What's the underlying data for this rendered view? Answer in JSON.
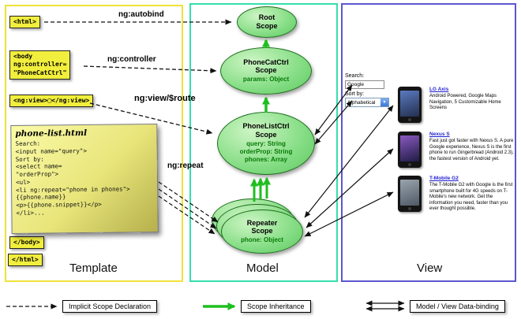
{
  "template_panel": {
    "label": "Template",
    "boxes": {
      "html_open": "<html>",
      "body_open": "<body\nng:controller=\n\"PhoneCatCtrl\"",
      "ng_view": "<ng:view>▢</ng:view>",
      "body_close": "</body>",
      "html_close": "</html>"
    },
    "note": {
      "title": "phone-list.html",
      "code": "Search:\n<input name=\"query\">\nSort by:\n<select name=\n\"orderProp\">\n<ul>\n<li ng:repeat=\"phone in phones\">\n{{phone.name}}\n<p>{{phone.snippet}}</p>\n</li>..."
    }
  },
  "model_panel": {
    "label": "Model",
    "scopes": {
      "root": {
        "title": "Root\nScope"
      },
      "phonecat": {
        "title": "PhoneCatCtrl\nScope",
        "props": "params: Object"
      },
      "phonelist": {
        "title": "PhoneListCtrl\nScope",
        "props": "query: String\norderProp: String\nphones: Array"
      },
      "repeater": {
        "title": "Repeater\nScope",
        "props": "phone: Object"
      }
    }
  },
  "arrow_labels": {
    "autobind": "ng:autobind",
    "controller": "ng:controller",
    "view_route": "ng:view/$route",
    "repeat": "ng:repeat"
  },
  "view_panel": {
    "label": "View",
    "search_label": "Search:",
    "search_value": "Google",
    "sort_label": "Sort by:",
    "sort_value": "Alphabetical",
    "phones": [
      {
        "name": "LG Axis",
        "description": "Android Powered, Google Maps Navigation, 5 Customizable Home Screens"
      },
      {
        "name": "Nexus S",
        "description": "Fast just got faster with Nexus S. A pure Google experience, Nexus S is the first phone to run Gingerbread (Android 2.3), the fastest version of Android yet."
      },
      {
        "name": "T-Mobile G2",
        "description": "The T-Mobile G2 with Google is the first smartphone built for 4G speeds on T-Mobile's new network. Get the information you need, faster than you ever thought possible."
      }
    ]
  },
  "legend": {
    "implicit": "Implicit Scope Declaration",
    "inheritance": "Scope Inheritance",
    "binding": "Model / View Data-binding"
  },
  "icons": {
    "dropdown_arrow": "▼"
  },
  "colors": {
    "template_border": "#efe23a",
    "model_border": "#35dfab",
    "view_border": "#5c57cf",
    "scope_fill": "#84dd84",
    "inheritance_green": "#1fbf1f",
    "box_yellow": "#f1ee3d",
    "link_blue": "#1f1fd0"
  }
}
